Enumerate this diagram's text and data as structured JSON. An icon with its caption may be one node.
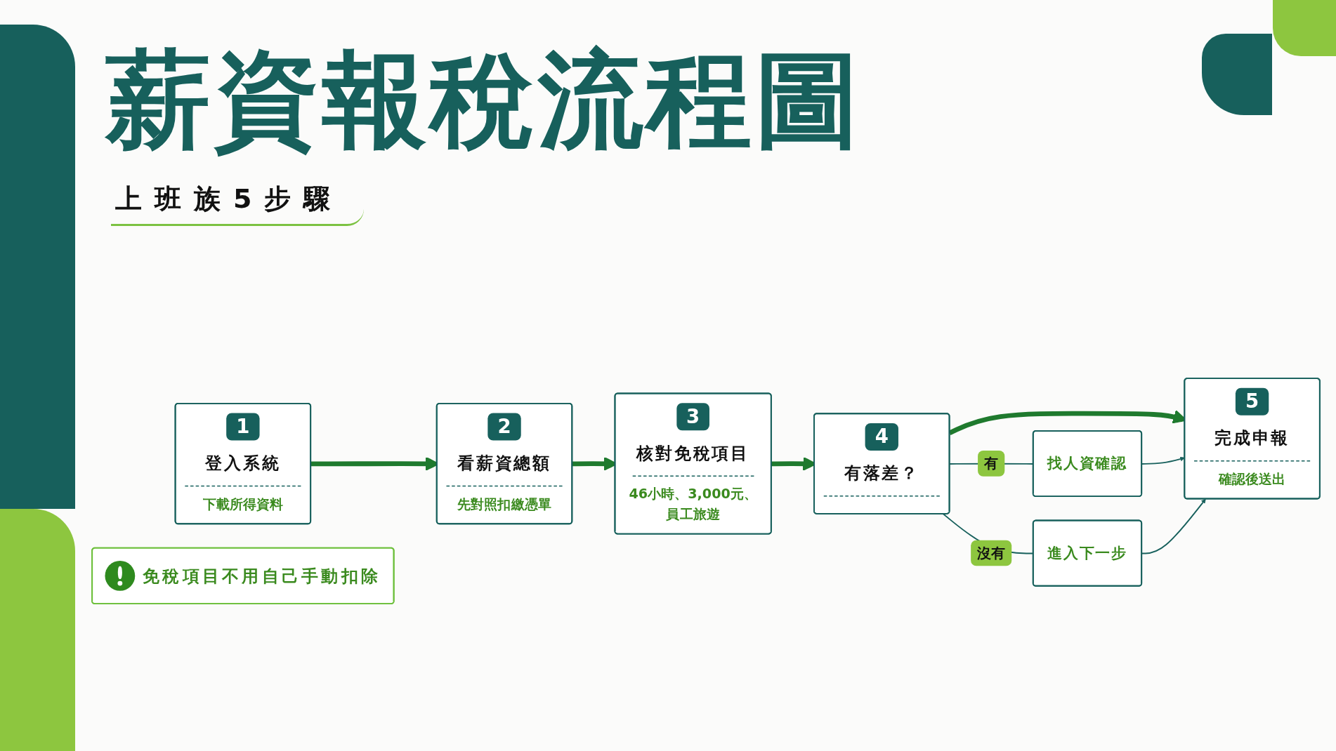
{
  "diagram": {
    "title": "薪資報稅流程圖",
    "nodes": [
      {
        "text": [
          "1",
          "登入系統",
          "下載所得資料"
        ]
      },
      {
        "text": [
          "2",
          "看薪資總額",
          "先對照扣繳憑單"
        ]
      },
      {
        "text": [
          "3",
          "核對免稅項目",
          "46小時、3,000元、員工旅遊"
        ]
      },
      {
        "text": [
          "4",
          "有落差？"
        ]
      },
      {
        "text": [
          "找人資確認"
        ]
      },
      {
        "text": [
          "進入下一步"
        ]
      },
      {
        "text": [
          "5",
          "完成申報",
          "確認後送出"
        ]
      },
      {
        "text": [
          "免稅項目不用自己手動扣除"
        ]
      }
    ],
    "edges": [
      {
        "from": 0,
        "to": 1,
        "arrow": "to",
        "style": "thick",
        "color": "#1f7a2e"
      },
      {
        "from": 1,
        "to": 2,
        "arrow": "to",
        "style": "thick",
        "color": "#1f7a2e"
      },
      {
        "from": 2,
        "to": 3,
        "arrow": "to",
        "style": "thick",
        "color": "#1f7a2e"
      },
      {
        "from": 3,
        "to": 6,
        "arrow": "to",
        "style": "thick",
        "color": "#1f7a2e"
      },
      {
        "from": 3,
        "to": 4,
        "arrow": "none",
        "label": "有",
        "color": "#17605c"
      },
      {
        "from": 3,
        "to": 5,
        "arrow": "none",
        "label": "沒有",
        "color": "#17605c"
      },
      {
        "from": 4,
        "to": 6,
        "arrow": "to",
        "color": "#17605c"
      },
      {
        "from": 5,
        "to": 6,
        "arrow": "to",
        "color": "#17605c"
      }
    ],
    "labels": [
      "上班族5步驟"
    ]
  }
}
